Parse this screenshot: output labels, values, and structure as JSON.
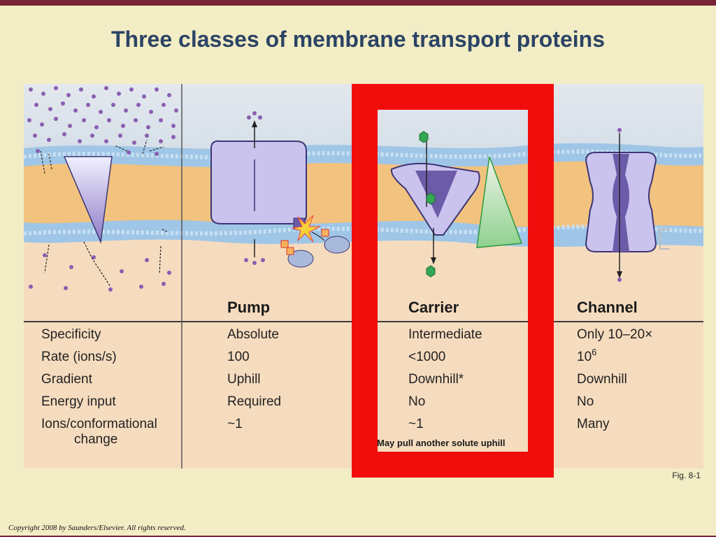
{
  "title": "Three classes of membrane transport proteins",
  "columns": {
    "pump": "Pump",
    "carrier": "Carrier",
    "channel": "Channel"
  },
  "rows": [
    {
      "label": "Specificity",
      "pump": "Absolute",
      "carrier": "Intermediate",
      "channel": "Only 10–20×"
    },
    {
      "label": "Rate (ions/s)",
      "pump": "100",
      "carrier": "<1000",
      "channel_base": "10",
      "channel_exp": "6"
    },
    {
      "label": "Gradient",
      "pump": "Uphill",
      "carrier": "Downhill*",
      "channel": "Downhill"
    },
    {
      "label": "Energy input",
      "pump": "Required",
      "carrier": "No",
      "channel": "No"
    },
    {
      "label_line1": "Ions/conformational",
      "label_line2": "change",
      "pump": "~1",
      "carrier": "~1",
      "channel": "Many"
    }
  ],
  "footnote": "May pull another solute uphill",
  "fig_label": "Fig. 8-1",
  "copyright": "Copyright 2008 by Saunders/Elsevier. All rights reserved.",
  "colors": {
    "highlight": "#f20d0d",
    "title": "#2b4465",
    "accent_bar": "#7a2437",
    "membrane_blue": "#9fc6e6",
    "membrane_core": "#f2c27f",
    "protein": "#c9c3ee",
    "ion": "#8a5fb0",
    "solute": "#33a853"
  }
}
